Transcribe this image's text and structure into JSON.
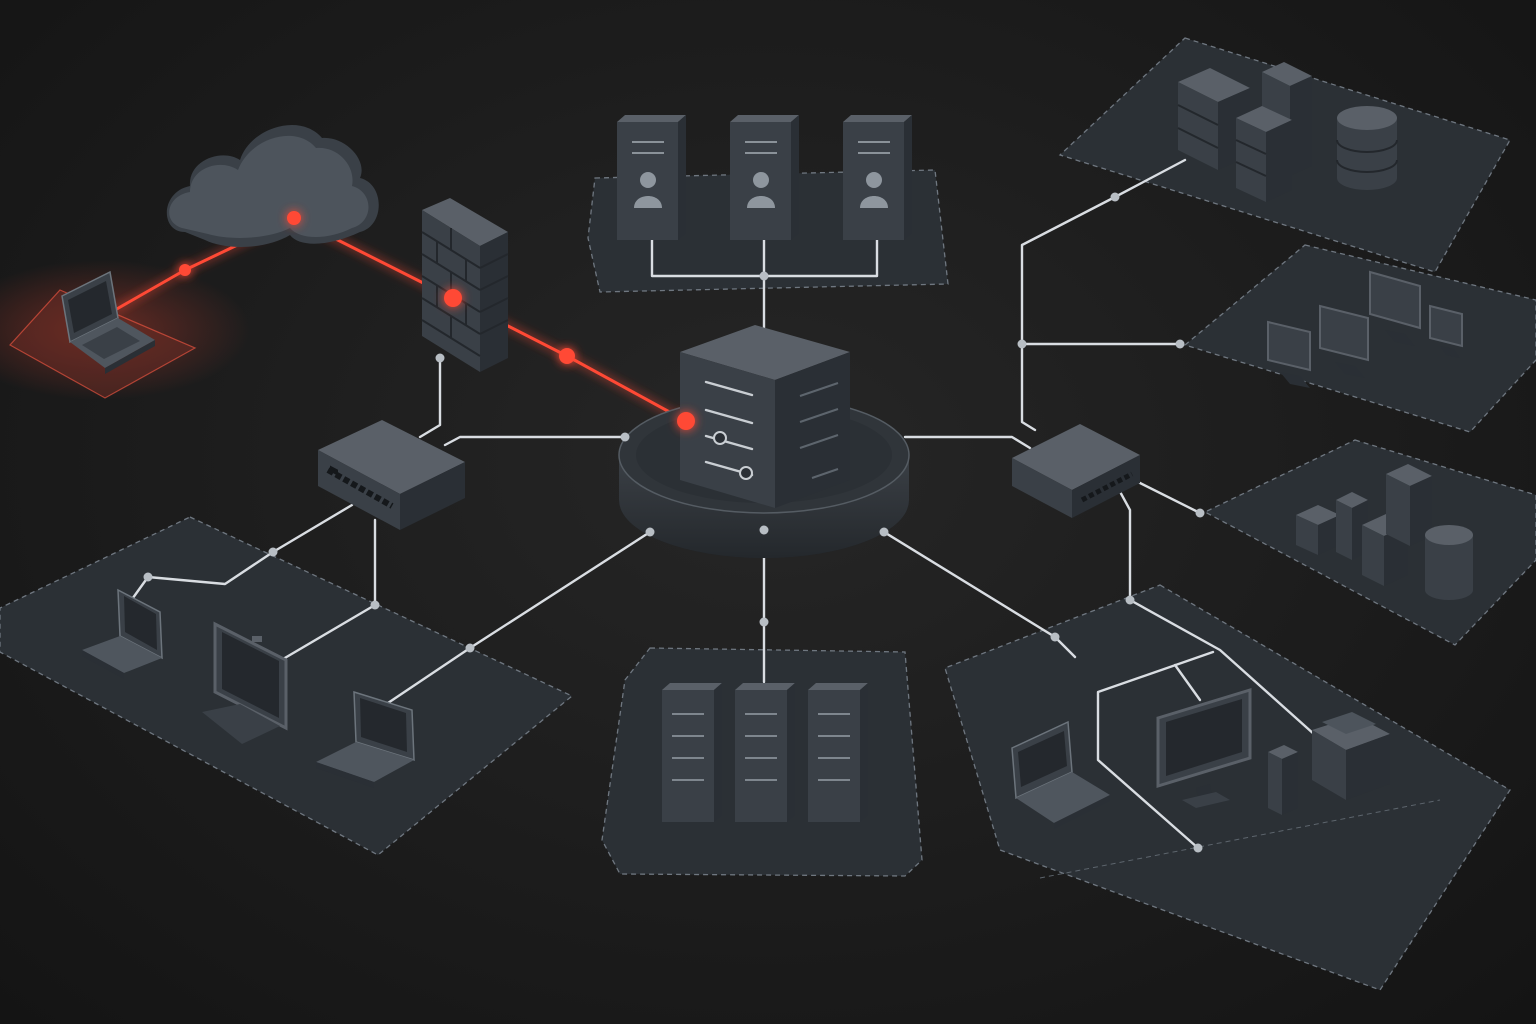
{
  "colors": {
    "background": "#1c1c1c",
    "zone_fill": "#2c3136",
    "zone_stroke": "#6f7780",
    "device_front": "#3a4047",
    "device_top": "#525961",
    "device_side": "#2a2f35",
    "link": "#d9dde2",
    "attack": "#ff4a35"
  },
  "diagram": {
    "nodes": [
      {
        "id": "attacker-laptop",
        "kind": "laptop",
        "label": ""
      },
      {
        "id": "internet-cloud",
        "kind": "cloud",
        "label": ""
      },
      {
        "id": "firewall",
        "kind": "firewall",
        "label": ""
      },
      {
        "id": "core-server",
        "kind": "server",
        "label": ""
      },
      {
        "id": "left-switch",
        "kind": "switch",
        "label": ""
      },
      {
        "id": "right-switch",
        "kind": "switch",
        "label": ""
      },
      {
        "id": "directory-servers",
        "kind": "server-group",
        "label": ""
      },
      {
        "id": "datacenter-servers",
        "kind": "server-group",
        "label": ""
      },
      {
        "id": "storage-zone",
        "kind": "storage",
        "label": ""
      },
      {
        "id": "workstation-zone",
        "kind": "monitors",
        "label": ""
      },
      {
        "id": "appliance-zone",
        "kind": "appliances",
        "label": ""
      },
      {
        "id": "office-zone",
        "kind": "mixed",
        "label": ""
      },
      {
        "id": "client-zone",
        "kind": "clients",
        "label": ""
      }
    ],
    "edges": [
      {
        "from": "attacker-laptop",
        "to": "internet-cloud",
        "style": "attack"
      },
      {
        "from": "internet-cloud",
        "to": "firewall",
        "style": "attack"
      },
      {
        "from": "firewall",
        "to": "core-server",
        "style": "attack"
      },
      {
        "from": "firewall",
        "to": "left-switch",
        "style": "normal"
      },
      {
        "from": "left-switch",
        "to": "core-server",
        "style": "normal"
      },
      {
        "from": "core-server",
        "to": "right-switch",
        "style": "normal"
      },
      {
        "from": "directory-servers",
        "to": "core-server",
        "style": "normal"
      },
      {
        "from": "core-server",
        "to": "datacenter-servers",
        "style": "normal"
      },
      {
        "from": "core-server",
        "to": "client-zone",
        "style": "normal"
      },
      {
        "from": "core-server",
        "to": "office-zone",
        "style": "normal"
      },
      {
        "from": "right-switch",
        "to": "storage-zone",
        "style": "normal"
      },
      {
        "from": "right-switch",
        "to": "workstation-zone",
        "style": "normal"
      },
      {
        "from": "right-switch",
        "to": "appliance-zone",
        "style": "normal"
      },
      {
        "from": "right-switch",
        "to": "office-zone",
        "style": "normal"
      },
      {
        "from": "left-switch",
        "to": "client-zone",
        "style": "normal"
      }
    ]
  }
}
